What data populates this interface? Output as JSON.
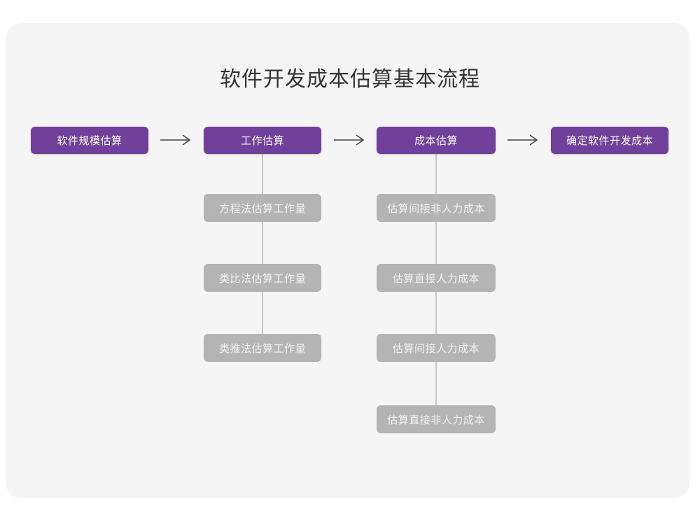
{
  "page": {
    "title": "软件开发成本估算基本流程",
    "background_color": "#ffffff",
    "card_color": "#f5f5f5"
  },
  "theme": {
    "primary_color": "#70409a",
    "secondary_color": "#b4b4b4",
    "connector_color": "#c9c9c9",
    "arrow_color": "#444444",
    "title_color": "#333333"
  },
  "chart_data": {
    "type": "diagram",
    "title": "软件开发成本估算基本流程",
    "main_flow": [
      {
        "id": "step1",
        "label": "软件规模估算"
      },
      {
        "id": "step2",
        "label": "工作估算"
      },
      {
        "id": "step3",
        "label": "成本估算"
      },
      {
        "id": "step4",
        "label": "确定软件开发成本"
      }
    ],
    "arrows": [
      {
        "from": "step1",
        "to": "step2",
        "glyph": "→"
      },
      {
        "from": "step2",
        "to": "step3",
        "glyph": "→"
      },
      {
        "from": "step3",
        "to": "step4",
        "glyph": "→"
      }
    ],
    "sub_branches": [
      {
        "parent": "step2",
        "items": [
          "方程法估算工作量",
          "类比法估算工作量",
          "类推法估算工作量"
        ]
      },
      {
        "parent": "step3",
        "items": [
          "估算间接非人力成本",
          "估算直接人力成本",
          "估算间接人力成本",
          "估算直接非人力成本"
        ]
      }
    ]
  }
}
